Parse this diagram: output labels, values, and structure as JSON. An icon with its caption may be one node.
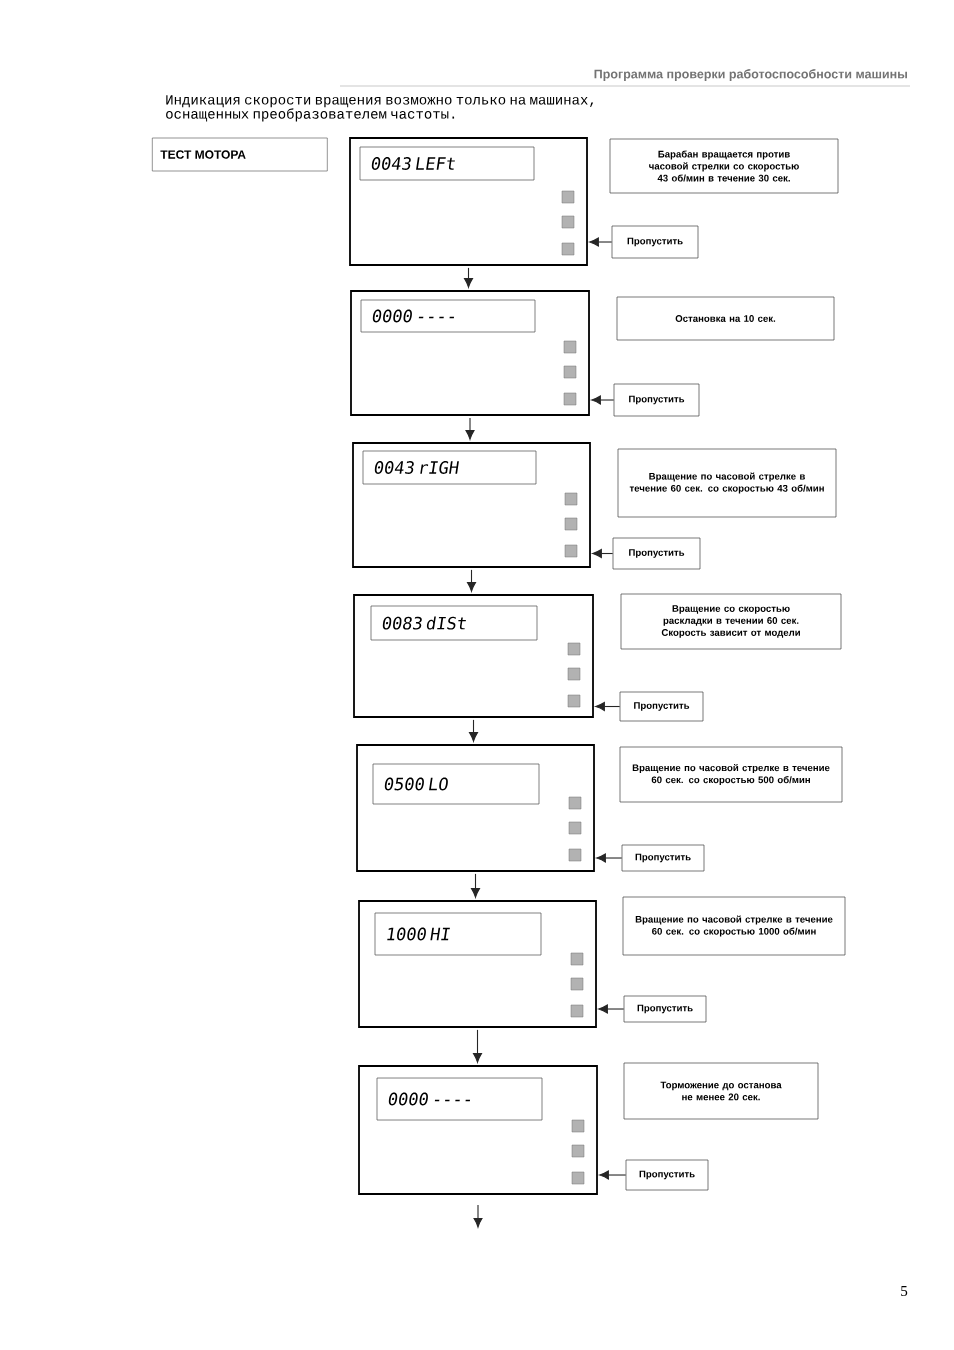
{
  "diagram": {
    "title": "Программа проверки работоспособности машины",
    "nodes": [
      {
        "text": [
          "ТЕСТ МОТОРА"
        ]
      },
      {
        "text": [],
        "shape": "box"
      },
      {
        "text": [
          "0043 LEFt"
        ],
        "in": 1
      },
      {
        "text": [
          "Барабан вращается против часовой стрелки со скоростью 43 об/мин в течение 30 сек."
        ]
      },
      {
        "text": [
          "Пропустить"
        ]
      },
      {
        "text": [],
        "shape": "box"
      },
      {
        "text": [
          "0000 ----"
        ],
        "in": 5
      },
      {
        "text": [
          "Остановка на 10 сек."
        ]
      },
      {
        "text": [
          "Пропустить"
        ]
      },
      {
        "text": [],
        "shape": "box"
      },
      {
        "text": [
          "0043 rIGH"
        ],
        "in": 9
      },
      {
        "text": [
          "Вращение по часовой стрелке в течение 60 сек. со скоростью 43 об/мин"
        ]
      },
      {
        "text": [
          "Пропустить"
        ]
      },
      {
        "text": [],
        "shape": "box"
      },
      {
        "text": [
          "0083 dISt"
        ],
        "in": 13
      },
      {
        "text": [
          "Вращение со скоростью раскладки в течении 60 сек. Скорость зависит от модели"
        ]
      },
      {
        "text": [
          "Пропустить"
        ]
      },
      {
        "text": [],
        "shape": "box"
      },
      {
        "text": [
          "0500 LO"
        ],
        "in": 17
      },
      {
        "text": [
          "Вращение по часовой стрелке в течение 60 сек. со скоростью 500 об/мин"
        ]
      },
      {
        "text": [
          "Пропустить"
        ]
      },
      {
        "text": [],
        "shape": "box"
      },
      {
        "text": [
          "1000 HI"
        ],
        "in": 21
      },
      {
        "text": [
          "Вращение по часовой стрелке в течение 60 сек. со скоростью 1000 об/мин"
        ]
      },
      {
        "text": [
          "Пропустить"
        ]
      },
      {
        "text": [],
        "shape": "box"
      },
      {
        "text": [
          "0000 ----"
        ],
        "in": 25
      },
      {
        "text": [
          "Торможение до останова не менее 20 сек."
        ]
      },
      {
        "text": [
          "Пропустить"
        ]
      }
    ],
    "edges": [
      {
        "from": 4,
        "to": 1,
        "arrow": "to"
      },
      {
        "from": 1,
        "to": 5,
        "arrow": "to"
      },
      {
        "from": 8,
        "to": 5,
        "arrow": "to"
      },
      {
        "from": 5,
        "to": 9,
        "arrow": "to"
      },
      {
        "from": 12,
        "to": 9,
        "arrow": "to"
      },
      {
        "from": 9,
        "to": 13,
        "arrow": "to"
      },
      {
        "from": 16,
        "to": 13,
        "arrow": "to"
      },
      {
        "from": 13,
        "to": 17,
        "arrow": "to"
      },
      {
        "from": 20,
        "to": 17,
        "arrow": "to"
      },
      {
        "from": 17,
        "to": 21,
        "arrow": "to"
      },
      {
        "from": 24,
        "to": 21,
        "arrow": "to"
      },
      {
        "from": 21,
        "to": 25,
        "arrow": "to"
      },
      {
        "from": 28,
        "to": 25,
        "arrow": "to"
      },
      {
        "from": 25,
        "to": null,
        "arrow": "to"
      }
    ],
    "labels": [
      "Индикация скорости вращения возможно только на машинах, оснащенных преобразователем частоты.",
      "5"
    ]
  }
}
